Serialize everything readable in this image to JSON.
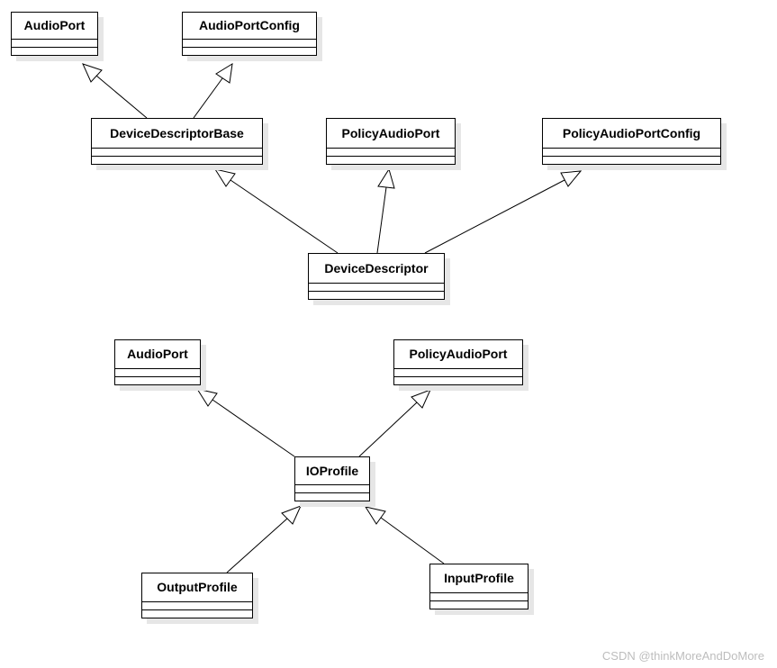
{
  "diagram1": {
    "audio_port": "AudioPort",
    "audio_port_config": "AudioPortConfig",
    "device_descriptor_base": "DeviceDescriptorBase",
    "policy_audio_port": "PolicyAudioPort",
    "policy_audio_port_config": "PolicyAudioPortConfig",
    "device_descriptor": "DeviceDescriptor"
  },
  "diagram2": {
    "audio_port": "AudioPort",
    "policy_audio_port": "PolicyAudioPort",
    "io_profile": "IOProfile",
    "output_profile": "OutputProfile",
    "input_profile": "InputProfile"
  },
  "watermark": "CSDN @thinkMoreAndDoMore"
}
